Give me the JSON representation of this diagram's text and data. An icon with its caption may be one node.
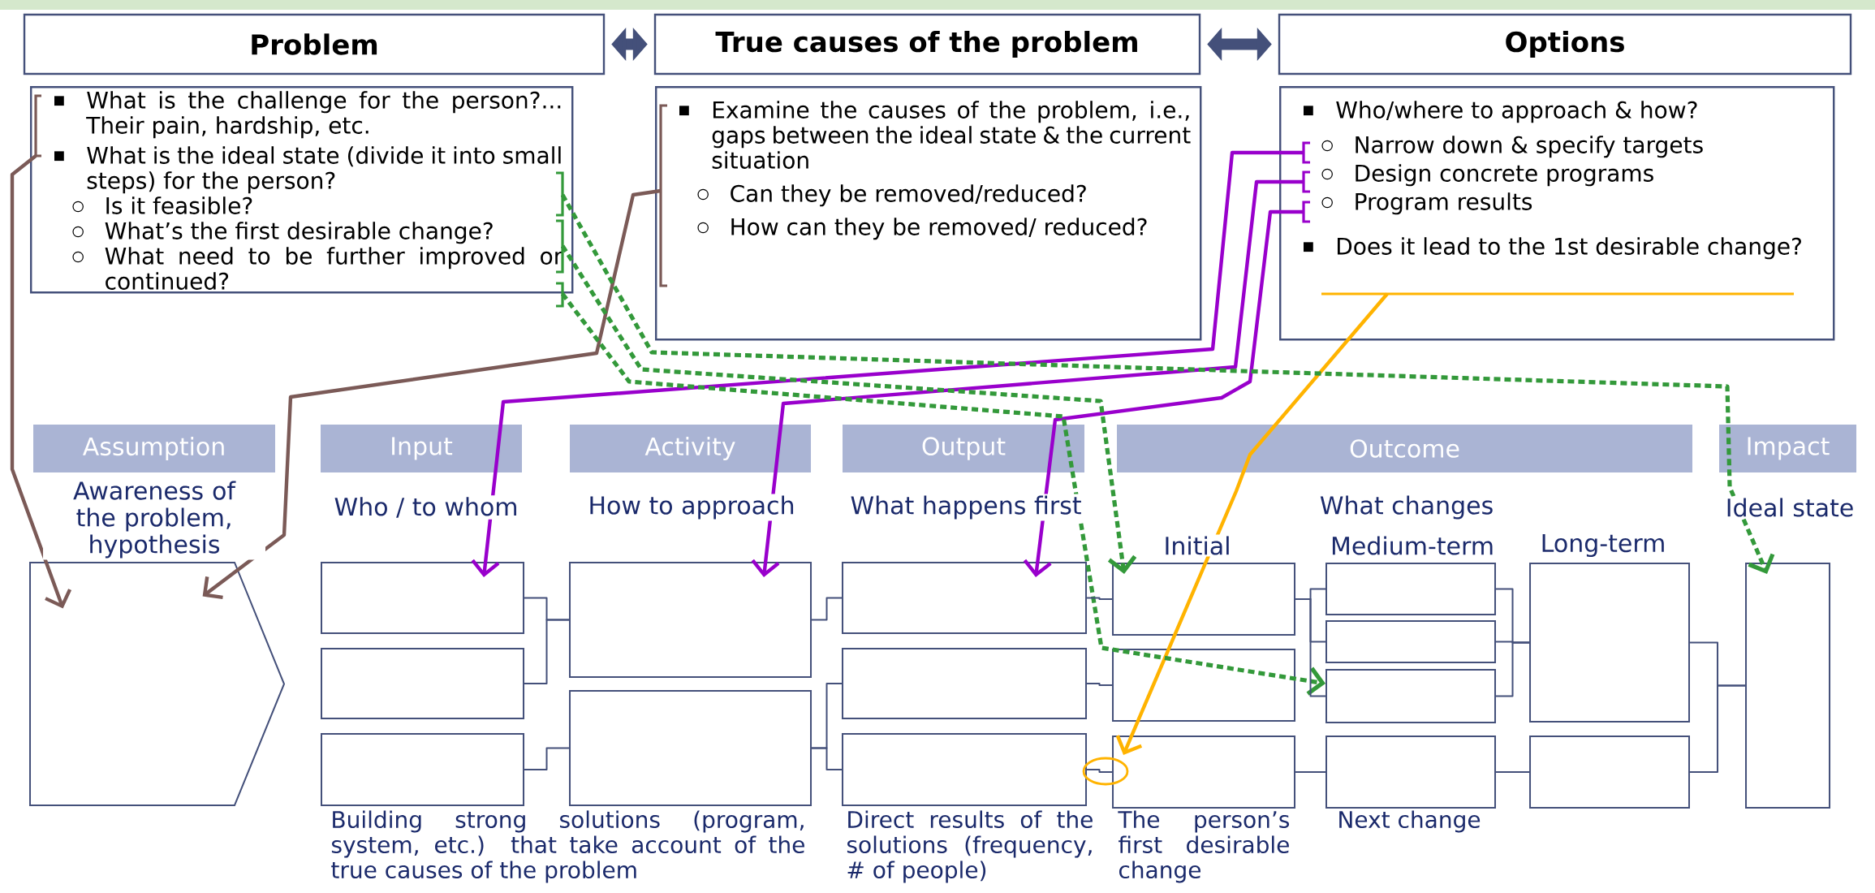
{
  "diagram": {
    "nodes": [
      {
        "text": [
          "Problem"
        ]
      },
      {
        "text": [
          "True causes of the problem"
        ]
      },
      {
        "text": [
          "Options"
        ]
      },
      {
        "text": [
          "What is the challenge for the person?... Their pain, hardship, etc.",
          "What is the ideal state (divide it into small steps) for the person?",
          "Is it feasible?",
          "What’s the first desirable change?",
          "What need to be further improved or continued?"
        ]
      },
      {
        "text": [
          "Examine the causes of the problem, i.e., gaps between the ideal state & the current situation",
          "Can they be removed/reduced?",
          "How can they be removed/ reduced?"
        ]
      },
      {
        "text": [
          "Who/where to approach & how?",
          "Narrow down & specify targets",
          "Design concrete programs",
          "Program results",
          "Does it lead to the 1st desirable change?"
        ]
      },
      {
        "text": [
          "Assumption"
        ]
      },
      {
        "text": [
          "Input"
        ]
      },
      {
        "text": [
          "Activity"
        ]
      },
      {
        "text": [
          "Output"
        ]
      },
      {
        "text": [
          "Outcome"
        ]
      },
      {
        "text": [
          "Impact"
        ]
      },
      {
        "text": [],
        "shape": "pentagon"
      },
      {
        "text": [],
        "shape": "box"
      },
      {
        "text": [],
        "shape": "box"
      },
      {
        "text": [],
        "shape": "box"
      },
      {
        "text": [],
        "shape": "box"
      },
      {
        "text": [],
        "shape": "box"
      },
      {
        "text": [],
        "shape": "box"
      },
      {
        "text": [],
        "shape": "box"
      },
      {
        "text": [],
        "shape": "box"
      },
      {
        "text": [],
        "shape": "box"
      },
      {
        "text": [],
        "shape": "box"
      },
      {
        "text": [],
        "shape": "box"
      },
      {
        "text": [],
        "shape": "box"
      },
      {
        "text": [],
        "shape": "box"
      },
      {
        "text": [],
        "shape": "box"
      },
      {
        "text": [],
        "shape": "box"
      },
      {
        "text": [],
        "shape": "box"
      },
      {
        "text": [],
        "shape": "box"
      },
      {
        "text": [],
        "shape": "box"
      }
    ],
    "edges": [
      {
        "from": 0,
        "to": 1,
        "arrow": "both",
        "style": "thick"
      },
      {
        "from": 1,
        "to": 2,
        "arrow": "both",
        "style": "thick"
      },
      {
        "from": 3,
        "to": 12,
        "arrow": "to",
        "color": "#7b5a57"
      },
      {
        "from": 4,
        "to": 12,
        "arrow": "to",
        "color": "#7b5a57"
      },
      {
        "from": 5,
        "to": 13,
        "arrow": "to",
        "color": "#9900cc"
      },
      {
        "from": 5,
        "to": 16,
        "arrow": "to",
        "color": "#9900cc"
      },
      {
        "from": 5,
        "to": 18,
        "arrow": "to",
        "color": "#9900cc"
      },
      {
        "from": 5,
        "to": 23,
        "arrow": "to",
        "color": "#ffb300"
      },
      {
        "from": 3,
        "to": 30,
        "arrow": "to",
        "style": "dashed",
        "color": "#33993a"
      },
      {
        "from": 3,
        "to": 21,
        "arrow": "to",
        "style": "dashed",
        "color": "#33993a"
      },
      {
        "from": 3,
        "to": 26,
        "arrow": "to",
        "style": "dashed",
        "color": "#33993a"
      },
      {
        "from": 13,
        "to": 16,
        "arrow": "none"
      },
      {
        "from": 14,
        "to": 16,
        "arrow": "none"
      },
      {
        "from": 15,
        "to": 17,
        "arrow": "none"
      },
      {
        "from": 16,
        "to": 18,
        "arrow": "none"
      },
      {
        "from": 17,
        "to": 19,
        "arrow": "none"
      },
      {
        "from": 17,
        "to": 20,
        "arrow": "none"
      },
      {
        "from": 18,
        "to": 21,
        "arrow": "none"
      },
      {
        "from": 19,
        "to": 22,
        "arrow": "none"
      },
      {
        "from": 20,
        "to": 23,
        "arrow": "none"
      },
      {
        "from": 21,
        "to": 24,
        "arrow": "none"
      },
      {
        "from": 21,
        "to": 25,
        "arrow": "none"
      },
      {
        "from": 21,
        "to": 26,
        "arrow": "none"
      },
      {
        "from": 24,
        "to": 28,
        "arrow": "none"
      },
      {
        "from": 25,
        "to": 28,
        "arrow": "none"
      },
      {
        "from": 26,
        "to": 28,
        "arrow": "none"
      },
      {
        "from": 23,
        "to": 27,
        "arrow": "none"
      },
      {
        "from": 27,
        "to": 29,
        "arrow": "none"
      },
      {
        "from": 28,
        "to": 30,
        "arrow": "none"
      },
      {
        "from": 29,
        "to": 30,
        "arrow": "none"
      }
    ],
    "labels": [
      "Awareness of the problem, hypothesis",
      "Who / to whom",
      "How to approach",
      "What happens first",
      "What changes",
      "Ideal state",
      "Initial",
      "Medium-term",
      "Long-term",
      "Building strong solutions (program, system, etc.) that take account of the true causes of the problem",
      "Direct results of the solutions (frequency, # of people)",
      "The person’s first desirable change",
      "Next change"
    ]
  }
}
